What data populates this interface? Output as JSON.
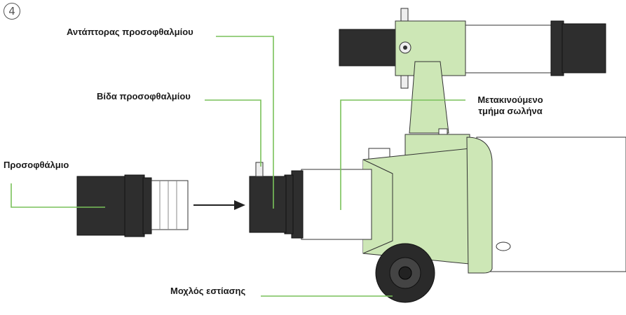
{
  "step_number": "4",
  "labels": {
    "adapter": "Αντάπτορας προσοφθαλμίου",
    "screw": "Βίδα προσοφθαλμίου",
    "eyepiece": "Προσοφθάλμιο",
    "tube_line1": "Μετακινούμενο",
    "tube_line2": "τμήμα σωλήνα",
    "knob": "Μοχλός εστίασης"
  },
  "colors": {
    "green": "#cde7b6",
    "green_line": "#79c15a",
    "dark": "#3a3a3a",
    "black": "#1f1f1f"
  }
}
